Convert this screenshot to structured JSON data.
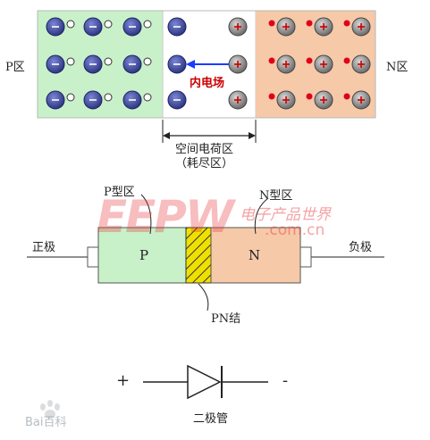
{
  "top": {
    "p_label": "P区",
    "n_label": "N区",
    "field_label": "内电场",
    "space_charge_label": "空间电荷区",
    "depletion_label": "（耗尽区）",
    "colors": {
      "p_region": "#c9f1c9",
      "n_region": "#f6c9a8",
      "ion": "#3f4a9a",
      "hole": "#ffffff",
      "electron": "#e0001a",
      "arrow": "#1a3cff",
      "field_text": "#cc0000"
    }
  },
  "diode": {
    "p_type_label": "P型区",
    "n_type_label": "N型区",
    "p_text": "P",
    "n_text": "N",
    "anode_label": "正极",
    "cathode_label": "负极",
    "junction_label": "PN结",
    "colors": {
      "p_body": "#c9f1c9",
      "n_body": "#f6c9a8",
      "junction": "#f0e000"
    }
  },
  "watermark": {
    "eepw": "EEPW",
    "site": ".com.cn",
    "cn": "电子产品世界",
    "baidu": "Bai百科"
  },
  "symbol": {
    "plus": "+",
    "minus": "-",
    "label": "二极管"
  }
}
